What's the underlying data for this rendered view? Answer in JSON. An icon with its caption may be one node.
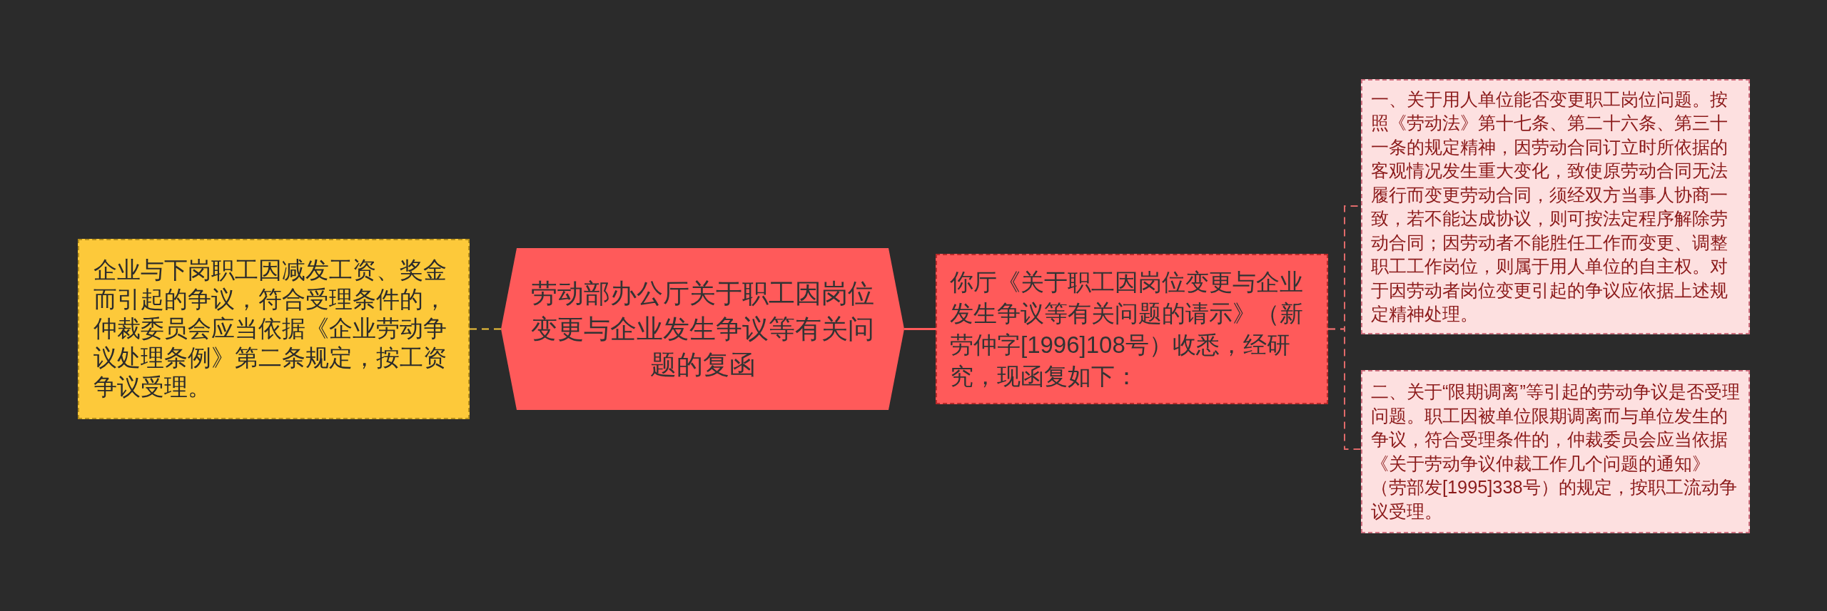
{
  "diagram": {
    "nodes": [
      {
        "text": [
          "企业与下岗职工因减发工资、奖金而引起的争议，符合受理条件的，仲裁委员会应当依据《企业劳动争议处理条例》第二条规定，按工资争议受理。"
        ]
      },
      {
        "text": [
          "劳动部办公厅关于职工因岗位变更与企业发生争议等有关问题的复函"
        ]
      },
      {
        "text": [
          "你厅《关于职工因岗位变更与企业发生争议等有关问题的请示》（新劳仲字[1996]108号）收悉，经研究，现函复如下："
        ]
      },
      {
        "text": [
          "一、关于用人单位能否变更职工岗位问题。按照《劳动法》第十七条、第二十六条、第三十一条的规定精神，因劳动合同订立时所依据的客观情况发生重大变化，致使原劳动合同无法履行而变更劳动合同，须经双方当事人协商一致，若不能达成协议，则可按法定程序解除劳动合同；因劳动者不能胜任工作而变更、调整职工工作岗位，则属于用人单位的自主权。对于因劳动者岗位变更引起的争议应依据上述规定精神处理。"
        ]
      },
      {
        "text": [
          "二、关于“限期调离”等引起的劳动争议是否受理问题。职工因被单位限期调离而与单位发生的争议，符合受理条件的，仲裁委员会应当依据《关于劳动争议仲裁工作几个问题的通知》（劳部发[1995]338号）的规定，按职工流动争议受理。"
        ]
      }
    ],
    "edges": [
      {
        "from": 1,
        "to": 0,
        "arrow": "none",
        "style": "dashed",
        "color": "#f5c53a"
      },
      {
        "from": 1,
        "to": 2,
        "arrow": "none"
      },
      {
        "from": 2,
        "to": 3,
        "arrow": "none",
        "style": "dashed",
        "color": "#e06a6a"
      },
      {
        "from": 2,
        "to": 4,
        "arrow": "none",
        "style": "dashed",
        "color": "#e06a6a"
      }
    ]
  }
}
